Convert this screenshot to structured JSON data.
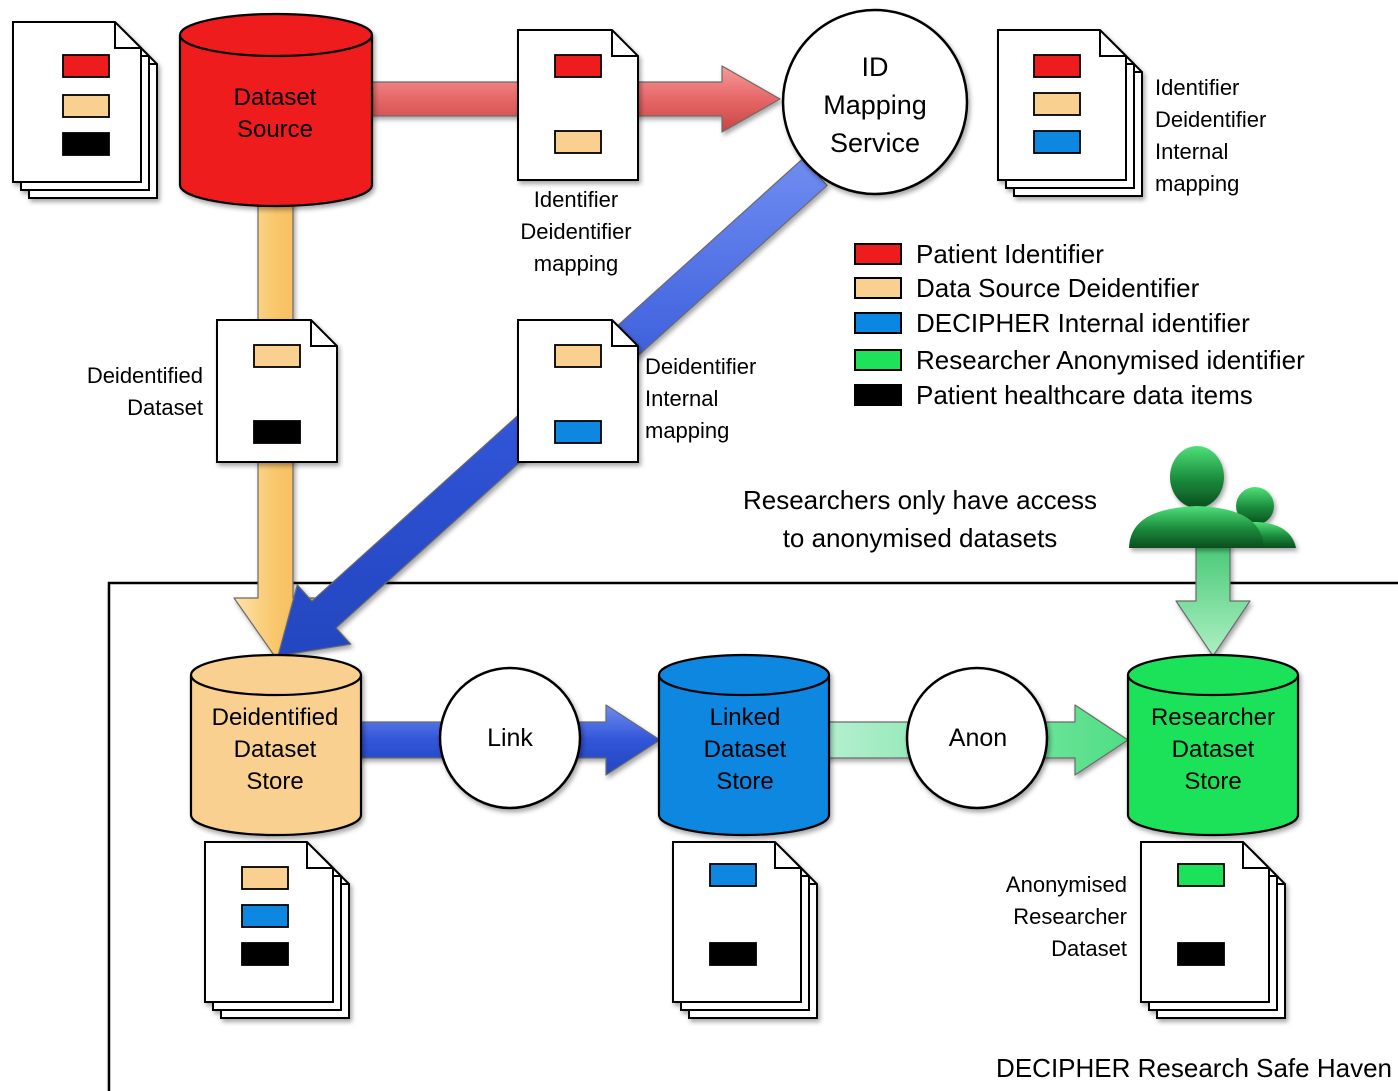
{
  "colors": {
    "patient_identifier": "#ee1c1c",
    "data_source_deidentifier": "#f9d08f",
    "decipher_internal": "#0a87e0",
    "researcher_anonymised": "#1ee25a",
    "patient_data_items": "#000000"
  },
  "nodes": {
    "dataset_source": [
      "Dataset",
      "Source"
    ],
    "id_mapping_service": [
      "ID",
      "Mapping",
      "Service"
    ],
    "deidentified_store": [
      "Deidentified",
      "Dataset",
      "Store"
    ],
    "link": "Link",
    "linked_store": [
      "Linked",
      "Dataset",
      "Store"
    ],
    "anon": "Anon",
    "researcher_store": [
      "Researcher",
      "Dataset",
      "Store"
    ]
  },
  "labels": {
    "identifier_deidentifier_mapping": [
      "Identifier",
      "Deidentifier",
      "mapping"
    ],
    "identifier_deidentifier_internal_mapping": [
      "Identifier",
      "Deidentifier",
      "Internal",
      "mapping"
    ],
    "deidentified_dataset": [
      "Deidentified",
      "Dataset"
    ],
    "deidentifier_internal_mapping": [
      "Deidentifier",
      "Internal",
      "mapping"
    ],
    "researchers_access": [
      "Researchers only have access",
      "to anonymised datasets"
    ],
    "anonymised_researcher_dataset": [
      "Anonymised",
      "Researcher",
      "Dataset"
    ],
    "safe_haven": "DECIPHER Research Safe Haven"
  },
  "legend": [
    {
      "label": "Patient Identifier",
      "color": "#ee1c1c"
    },
    {
      "label": "Data Source Deidentifier",
      "color": "#f9d08f"
    },
    {
      "label": "DECIPHER Internal identifier",
      "color": "#0a87e0"
    },
    {
      "label": "Researcher Anonymised identifier",
      "color": "#1ee25a"
    },
    {
      "label": "Patient healthcare data items",
      "color": "#000000"
    }
  ],
  "icons": {
    "document": "document-icon",
    "document_stack": "document-stack-icon",
    "researchers": "users-icon",
    "database": "cylinder-database-icon"
  }
}
